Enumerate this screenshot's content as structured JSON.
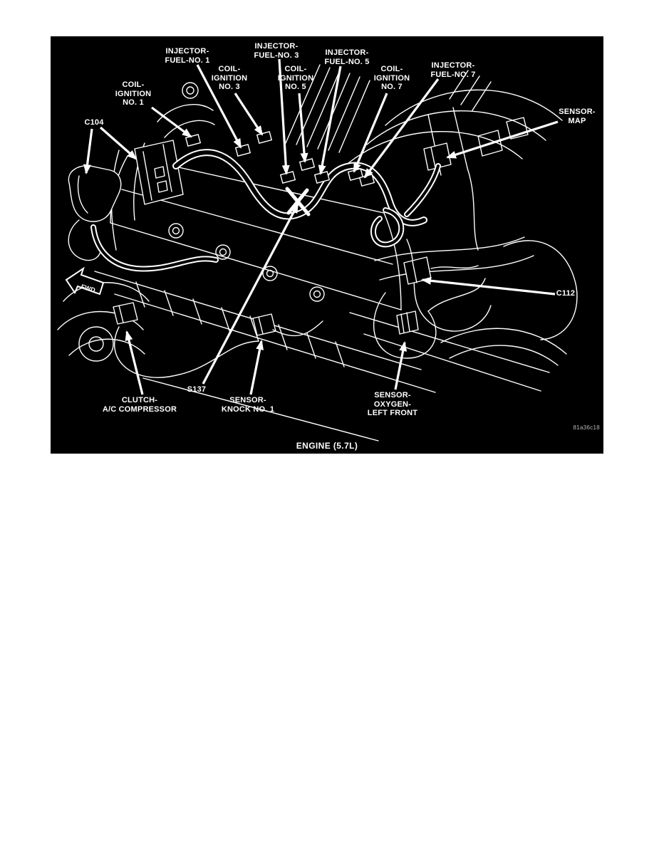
{
  "figure": {
    "caption": "ENGINE (5.7L)",
    "watermark": "81a36c18",
    "fwd_indicator": "FWD",
    "colors": {
      "panel_background": "#000000",
      "line_art": "#ffffff",
      "page_background": "#ffffff"
    },
    "callouts": [
      {
        "id": "c104",
        "lines": [
          "C104"
        ]
      },
      {
        "id": "coil-ignition-no-1",
        "lines": [
          "COIL-",
          "IGNITION",
          "NO. 1"
        ]
      },
      {
        "id": "injector-fuel-no-1",
        "lines": [
          "INJECTOR-",
          "FUEL-NO. 1"
        ]
      },
      {
        "id": "coil-ignition-no-3",
        "lines": [
          "COIL-",
          "IGNITION",
          "NO. 3"
        ]
      },
      {
        "id": "injector-fuel-no-3",
        "lines": [
          "INJECTOR-",
          "FUEL-NO. 3"
        ]
      },
      {
        "id": "coil-ignition-no-5",
        "lines": [
          "COIL-",
          "IGNITION",
          "NO. 5"
        ]
      },
      {
        "id": "injector-fuel-no-5",
        "lines": [
          "INJECTOR-",
          "FUEL-NO. 5"
        ]
      },
      {
        "id": "coil-ignition-no-7",
        "lines": [
          "COIL-",
          "IGNITION",
          "NO. 7"
        ]
      },
      {
        "id": "injector-fuel-no-7",
        "lines": [
          "INJECTOR-",
          "FUEL-NO. 7"
        ]
      },
      {
        "id": "sensor-map",
        "lines": [
          "SENSOR-",
          "MAP"
        ]
      },
      {
        "id": "c112",
        "lines": [
          "C112"
        ]
      },
      {
        "id": "s137",
        "lines": [
          "S137"
        ]
      },
      {
        "id": "sensor-knock-no-1",
        "lines": [
          "SENSOR-",
          "KNOCK NO. 1"
        ]
      },
      {
        "id": "clutch-ac-compressor",
        "lines": [
          "CLUTCH-",
          "A/C COMPRESSOR"
        ]
      },
      {
        "id": "sensor-oxygen-left-front",
        "lines": [
          "SENSOR-",
          "OXYGEN-",
          "LEFT FRONT"
        ]
      }
    ]
  }
}
